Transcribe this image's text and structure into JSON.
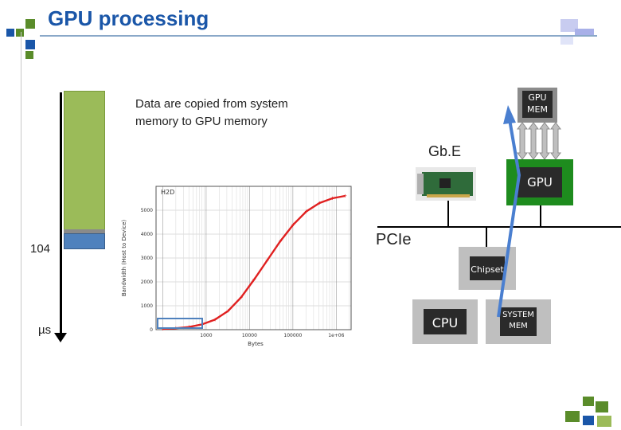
{
  "slide": {
    "title": "GPU processing",
    "caption_line1": "Data are copied from system",
    "caption_line2": "memory to GPU memory",
    "colors": {
      "title": "#1a56a8",
      "green_bar": "#9bbb59",
      "blue_bar": "#4f81bd",
      "gpu_green": "#1e8c1e",
      "arrow_blue": "#4a7fd0"
    }
  },
  "timeline": {
    "value_label": "104",
    "unit_label": "µs"
  },
  "plot": {
    "legend": "H2D",
    "ylabel": "Bandwidth (Host to Device)",
    "xlabel": "Bytes",
    "yticks": [
      "0",
      "1000",
      "2000",
      "3000",
      "4000",
      "5000"
    ],
    "xticks": [
      "1000",
      "10000",
      "100000",
      "1e+06"
    ]
  },
  "diagram": {
    "gpu_mem_line1": "GPU",
    "gpu_mem_line2": "MEM",
    "gbe_label": "Gb.E",
    "gpu_label": "GPU",
    "pcie_label": "PCIe",
    "chipset_label": "Chipset",
    "cpu_label": "CPU",
    "sys_mem_line1": "SYSTEM",
    "sys_mem_line2": "MEM"
  },
  "chart_data": {
    "type": "scatter",
    "series": [
      {
        "name": "H2D",
        "x": [
          100,
          200,
          400,
          800,
          1600,
          3200,
          6400,
          12800,
          25600,
          51200,
          102400,
          204800,
          409600,
          819200,
          1600000
        ],
        "y": [
          30,
          60,
          110,
          220,
          420,
          780,
          1350,
          2100,
          2900,
          3700,
          4400,
          4950,
          5300,
          5500,
          5600
        ]
      }
    ],
    "xlabel": "Bytes",
    "ylabel": "Bandwidth (Host to Device)",
    "xscale": "log",
    "ylim": [
      0,
      6000
    ],
    "yticks": [
      0,
      1000,
      2000,
      3000,
      4000,
      5000
    ],
    "xticks": [
      1000,
      10000,
      100000,
      1000000
    ],
    "grid": true,
    "legend": "top-left"
  }
}
